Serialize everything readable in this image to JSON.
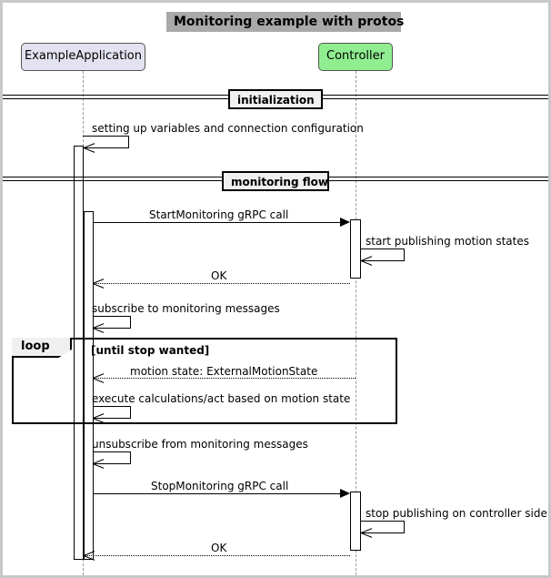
{
  "title": "Monitoring example with protos",
  "colors": {
    "title_background": "#a9a9a9",
    "application_fill": "#e2e2f0",
    "controller_fill": "#90ee90",
    "divider_fill": "#f0f0f0",
    "border": "#c8c8c8",
    "lifeline": "#9a9a9a"
  },
  "participants": [
    {
      "id": "application",
      "label": "ExampleApplication"
    },
    {
      "id": "controller",
      "label": "Controller"
    }
  ],
  "dividers": [
    {
      "id": "initialization",
      "label": "initialization"
    },
    {
      "id": "monitoring-flow",
      "label": "monitoring flow"
    }
  ],
  "messages": [
    {
      "id": "setup",
      "label": "setting up variables and connection configuration",
      "kind": "self",
      "from": "application",
      "to": "application"
    },
    {
      "id": "start-monitoring",
      "label": "StartMonitoring gRPC call",
      "kind": "call",
      "from": "application",
      "to": "controller"
    },
    {
      "id": "start-publishing",
      "label": "start publishing motion states",
      "kind": "self",
      "from": "controller",
      "to": "controller"
    },
    {
      "id": "ok-start",
      "label": "OK",
      "kind": "return",
      "from": "controller",
      "to": "application"
    },
    {
      "id": "subscribe",
      "label": "subscribe to monitoring messages",
      "kind": "self",
      "from": "application",
      "to": "application"
    },
    {
      "id": "motion-state",
      "label": "motion state: ExternalMotionState",
      "kind": "return",
      "from": "controller",
      "to": "application"
    },
    {
      "id": "execute-calculations",
      "label": "execute calculations/act based on motion state",
      "kind": "self",
      "from": "application",
      "to": "application"
    },
    {
      "id": "unsubscribe",
      "label": "unsubscribe from monitoring messages",
      "kind": "self",
      "from": "application",
      "to": "application"
    },
    {
      "id": "stop-monitoring",
      "label": "StopMonitoring gRPC call",
      "kind": "call",
      "from": "application",
      "to": "controller"
    },
    {
      "id": "stop-publishing",
      "label": "stop publishing on controller side",
      "kind": "self",
      "from": "controller",
      "to": "controller"
    },
    {
      "id": "ok-stop",
      "label": "OK",
      "kind": "return",
      "from": "controller",
      "to": "application"
    }
  ],
  "fragments": [
    {
      "id": "loop",
      "operator": "loop",
      "guard": "[until stop wanted]"
    }
  ]
}
